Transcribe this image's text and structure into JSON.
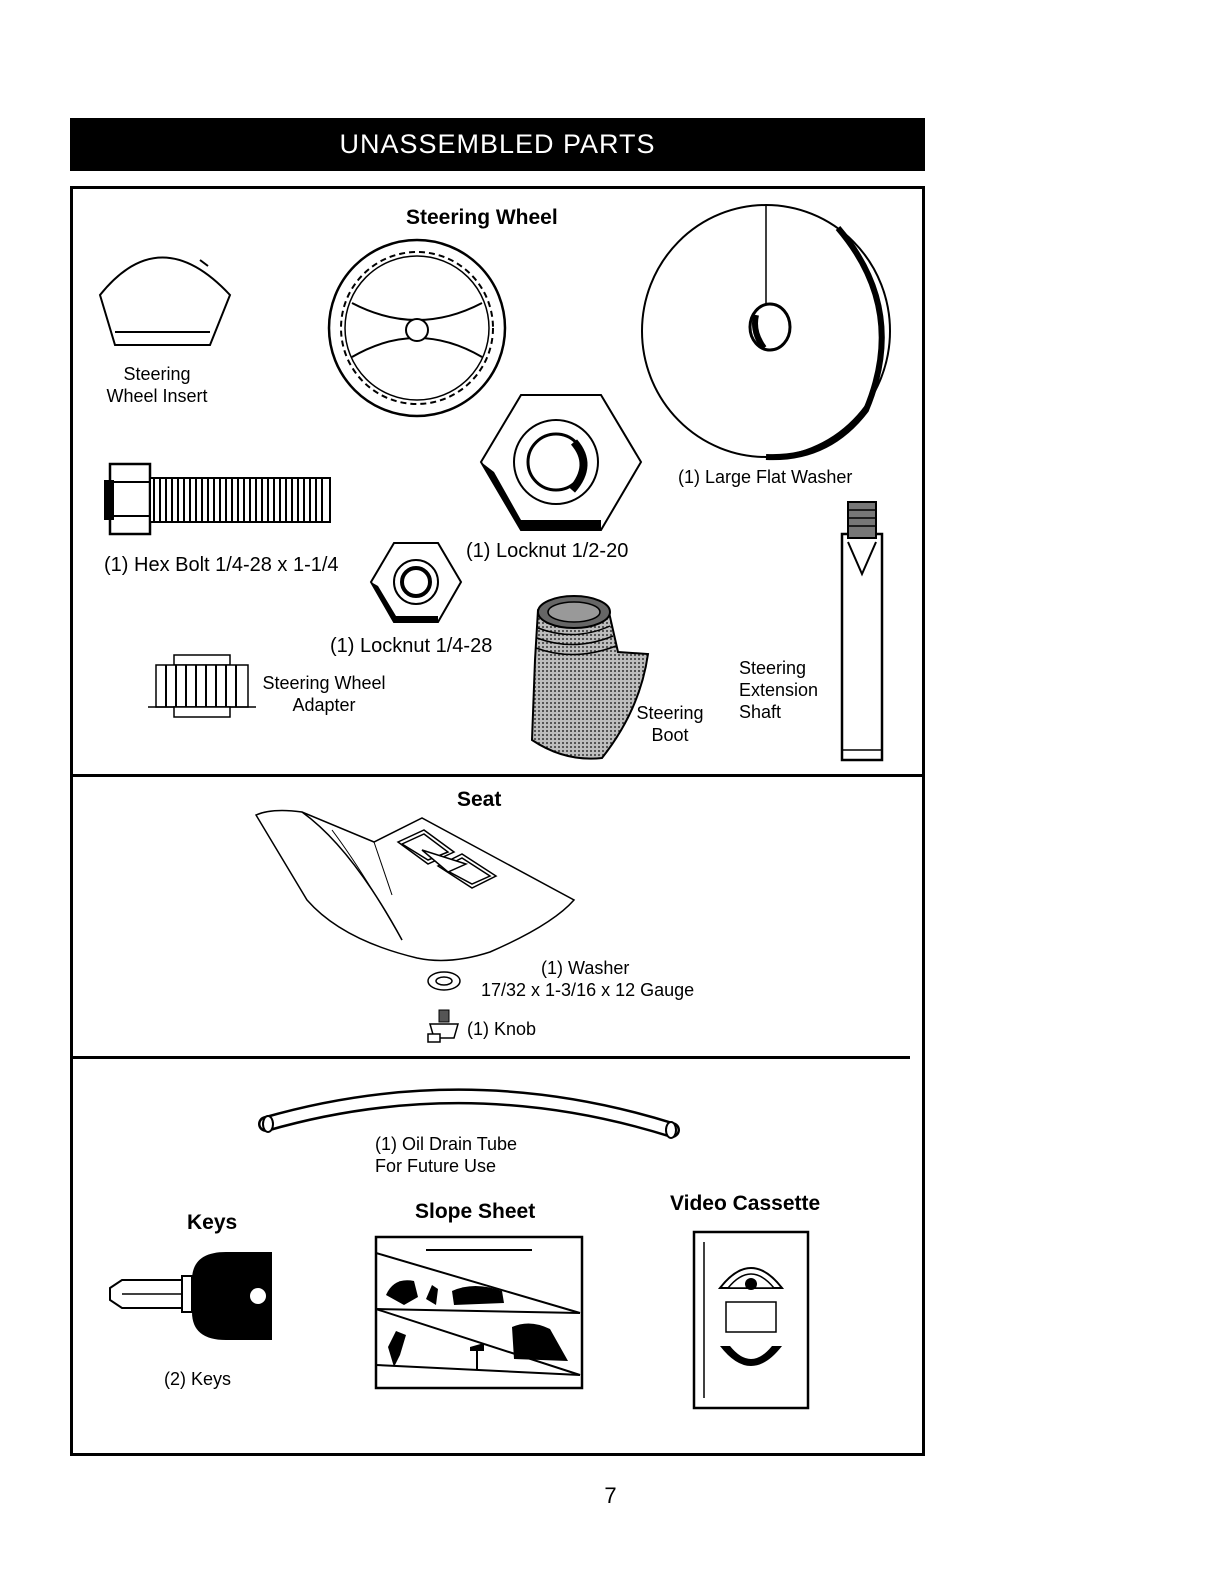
{
  "header": {
    "title": "UNASSEMBLED PARTS"
  },
  "sections": {
    "steering": {
      "steering_wheel_title": "Steering Wheel",
      "steering_wheel_insert": [
        "Steering",
        "Wheel Insert"
      ],
      "large_flat_washer": "(1) Large Flat Washer",
      "hex_bolt": "(1) Hex Bolt  1/4-28 x 1-1/4",
      "locknut_half": "(1) Locknut  1/2-20",
      "locknut_quarter": "(1) Locknut  1/4-28",
      "steering_wheel_adapter": [
        "Steering Wheel",
        "Adapter"
      ],
      "steering_boot": [
        "Steering",
        "Boot"
      ],
      "steering_extension_shaft": [
        "Steering",
        "Extension",
        "Shaft"
      ]
    },
    "seat": {
      "title": "Seat",
      "washer": [
        "(1) Washer",
        "17/32 x 1-3/16 x 12 Gauge"
      ],
      "knob": "(1) Knob"
    },
    "misc": {
      "oil_drain_tube": [
        "(1) Oil Drain Tube",
        "For Future Use"
      ],
      "keys_title": "Keys",
      "keys_label": "(2) Keys",
      "slope_sheet_title": "Slope Sheet",
      "video_cassette_title": "Video Cassette"
    }
  },
  "page_number": "7"
}
